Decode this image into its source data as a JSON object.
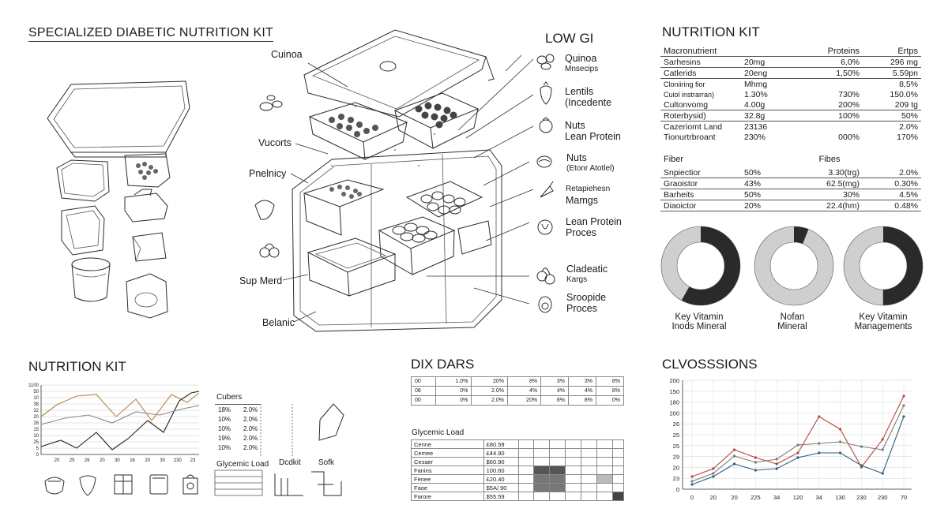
{
  "title": "SPECIALIZED DIABETIC NUTRITION KIT",
  "low_gi": {
    "heading": "LOW GI",
    "items": [
      {
        "l1": "Quinoa",
        "l2": "Mnsecips"
      },
      {
        "l1": "Lentils",
        "l2": "(Incedente"
      },
      {
        "l1": "Nuts",
        "l2": "Lean Protein"
      },
      {
        "l1": "Nuts",
        "l2": "(Etonr Atotlel)"
      },
      {
        "l1": "Retapiehesn",
        "l2": "Mamgs"
      },
      {
        "l1": "Lean Protein",
        "l2": "Proces"
      },
      {
        "l1": "Cladeatic",
        "l2": "Kargs"
      },
      {
        "l1": "Sroopide",
        "l2": "Proces"
      }
    ]
  },
  "left_labels": [
    "Cuinoa",
    "Vucorts",
    "Pnelnicy",
    "Sup Merd",
    "Belanic"
  ],
  "nutrition_table": {
    "heading": "NUTRITION KIT",
    "col_headers": [
      "Macronutrient",
      "",
      "Proteins",
      "Ertps"
    ],
    "rows": [
      [
        "Sarhesins",
        "20mg",
        "6,0%",
        "296 mg"
      ],
      [
        "Catlerids",
        "20eng",
        "1,50%",
        "5.59pn"
      ],
      [
        "Cloniiring fior",
        "Mhmg",
        "",
        "8,5%"
      ],
      [
        "Cuiol instrarran)",
        "1.30%",
        "730%",
        "150.0%"
      ],
      [
        "Cultonvomg",
        "4.00g",
        "200%",
        "209 tg"
      ],
      [
        "Roterbysid)",
        "32.8g",
        "100%",
        "50%"
      ],
      [
        "Cazeriomt Land",
        "23136",
        "",
        "2.0%"
      ],
      [
        "Tionurtrbroant",
        "230%",
        "000%",
        "170%"
      ]
    ],
    "fiber_headers": [
      "Fiber",
      "",
      "Fibes",
      ""
    ],
    "fiber_rows": [
      [
        "Snpiectior",
        "50%",
        "3.30(trg)",
        "2.0%"
      ],
      [
        "Graoistor",
        "43%",
        "62.5(mg)",
        "0.30%"
      ],
      [
        "Barheits",
        "50%",
        "30%",
        "4.5%"
      ],
      [
        "Diaoictor",
        "20%",
        "22.4(hm)",
        "0.48%"
      ]
    ]
  },
  "donuts": [
    {
      "label1": "Key Vitamin",
      "label2": "Inods Mineral",
      "dark_fraction": 0.58
    },
    {
      "label1": "Nofan",
      "label2": "Mineral",
      "dark_fraction": 0.06
    },
    {
      "label1": "Key Vitamin",
      "label2": "Managements",
      "dark_fraction": 0.5
    }
  ],
  "nutrition_chart": {
    "heading": "NUTRITION KIT",
    "y_ticks": [
      "1100",
      "50",
      "10",
      "38",
      "32",
      "20",
      "28",
      "15",
      "10",
      "25",
      "5",
      "0"
    ],
    "x_ticks": [
      "20",
      "25",
      "26",
      "20",
      "30",
      "16",
      "20",
      "30",
      "230",
      "23"
    ],
    "cubers_label": "Cubers",
    "cubers_rows": [
      [
        "18%",
        "2.0%"
      ],
      [
        "10%",
        "2.0%"
      ],
      [
        "10%",
        "2.0%"
      ],
      [
        "19%",
        "2.0%"
      ],
      [
        "10%",
        "2.0%"
      ]
    ],
    "gl_label": "Glycemic Load",
    "gl_col2": "Dcdkit",
    "gl_col3": "Sofk"
  },
  "dix": {
    "heading": "DIX DARS",
    "rows": [
      [
        "00",
        "1.0%",
        "20%",
        "8%",
        "3%",
        "3%",
        "8%"
      ],
      [
        "08",
        "0%",
        "2.0%",
        "4%",
        "4%",
        "4%",
        "8%"
      ],
      [
        "00",
        "0%",
        "2.0%",
        "20%",
        "8%",
        "8%",
        "0%"
      ]
    ],
    "gl_title": "Glycemic Load",
    "gl_rows": [
      [
        "Cenne",
        "£80.59"
      ],
      [
        "Cemee",
        "£44.90"
      ],
      [
        "Cesaer",
        "$60.90"
      ],
      [
        "Fanins",
        "100.60"
      ],
      [
        "Fenee",
        "£20.40"
      ],
      [
        "Faoe",
        "$5A/.90"
      ],
      [
        "Farore",
        "$55.59"
      ]
    ]
  },
  "cl_chart": {
    "heading": "CLVOSSSIONS",
    "y_ticks": [
      "200",
      "150",
      "180",
      "200",
      "26",
      "25",
      "25",
      "29",
      "20",
      "23",
      "0"
    ],
    "x_ticks": [
      "0",
      "20",
      "20",
      "225",
      "34",
      "120",
      "34",
      "130",
      "230",
      "230",
      "70"
    ]
  }
}
